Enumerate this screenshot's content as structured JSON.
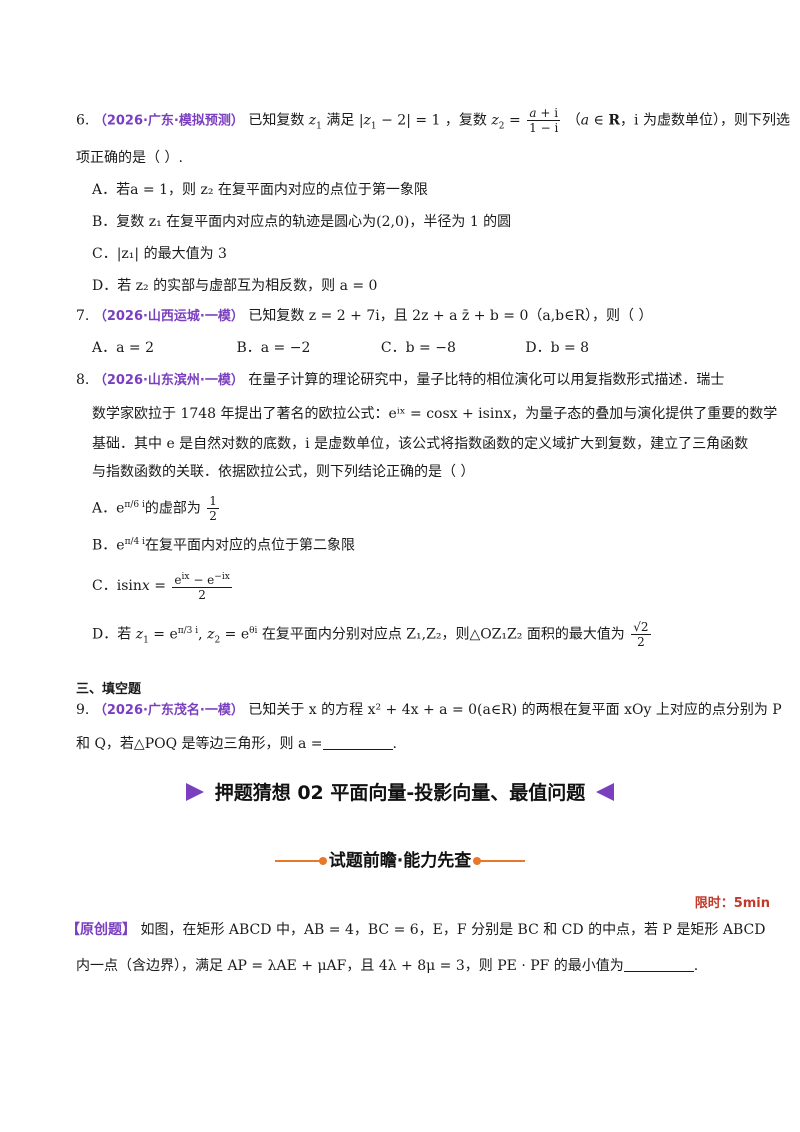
{
  "q6": {
    "number": "6.",
    "tag": "（2026·广东·模拟预测）",
    "stem_a": "已知复数",
    "stem_b": "满足",
    "stem_c": "，复数",
    "stem_d": "（",
    "stem_e": "，i 为虚数单位），则下列选",
    "stem_line2": "项正确的是（    ）.",
    "opt_a": "A．若a = 1，则 z₂ 在复平面内对应的点位于第一象限",
    "opt_b": "B．复数 z₁ 在复平面内对应点的轨迹是圆心为(2,0)，半径为 1 的圆",
    "opt_c": "C．|z₁| 的最大值为 3",
    "opt_d": "D．若 z₂ 的实部与虚部互为相反数，则 a = 0"
  },
  "q7": {
    "number": "7.",
    "tag": "（2026·山西运城·一模）",
    "stem": "已知复数 z = 2 + 7i，且 2z + a z̄ + b = 0（a,b∈R），则（    ）",
    "opt_a": "A．a = 2",
    "opt_b": "B．a = −2",
    "opt_c": "C．b = −8",
    "opt_d": "D．b = 8"
  },
  "q8": {
    "number": "8.",
    "tag": "（2026·山东滨州·一模）",
    "stem_l1": "在量子计算的理论研究中，量子比特的相位演化可以用复指数形式描述．瑞士",
    "stem_l2": "数学家欧拉于 1748 年提出了著名的欧拉公式：eⁱˣ = cosx + isinx，为量子态的叠加与演化提供了重要的数学",
    "stem_l3": "基础．其中 e 是自然对数的底数，i 是虚数单位，该公式将指数函数的定义域扩大到复数，建立了三角函数",
    "stem_l4": "与指数函数的关联．依据欧拉公式，则下列结论正确的是（    ）",
    "opt_a_pre": "A．",
    "opt_a_post": "的虚部为",
    "opt_b_pre": "B．",
    "opt_b_post": "在复平面内对应的点位于第二象限",
    "opt_c": "C．",
    "opt_d_pre": "D．若",
    "opt_d_mid": "在复平面内分别对应点 Z₁,Z₂，则△OZ₁Z₂ 面积的最大值为"
  },
  "section3": "三、填空题",
  "q9": {
    "number": "9.",
    "tag": "（2026·广东茂名·一模）",
    "stem_l1": "已知关于 x 的方程 x² + 4x + a = 0(a∈R) 的两根在复平面 xOy 上对应的点分别为 P",
    "stem_l2": "和 Q，若△POQ 是等边三角形，则 a =",
    "stem_end": "."
  },
  "banner": "押题猜想 02    平面向量-投影向量、最值问题",
  "sub_banner": "试题前瞻·能力先查",
  "timer": "限时：5min",
  "orig": {
    "tag": "【原创题】",
    "stem_l1": "如图，在矩形 ABCD 中，AB = 4，BC = 6，E，F 分别是 BC 和 CD 的中点，若 P 是矩形 ABCD",
    "stem_l2": "内一点（含边界），满足 AP = λAE + μAF，且 4λ + 8μ = 3，则 PE · PF 的最小值为",
    "stem_end": "."
  }
}
